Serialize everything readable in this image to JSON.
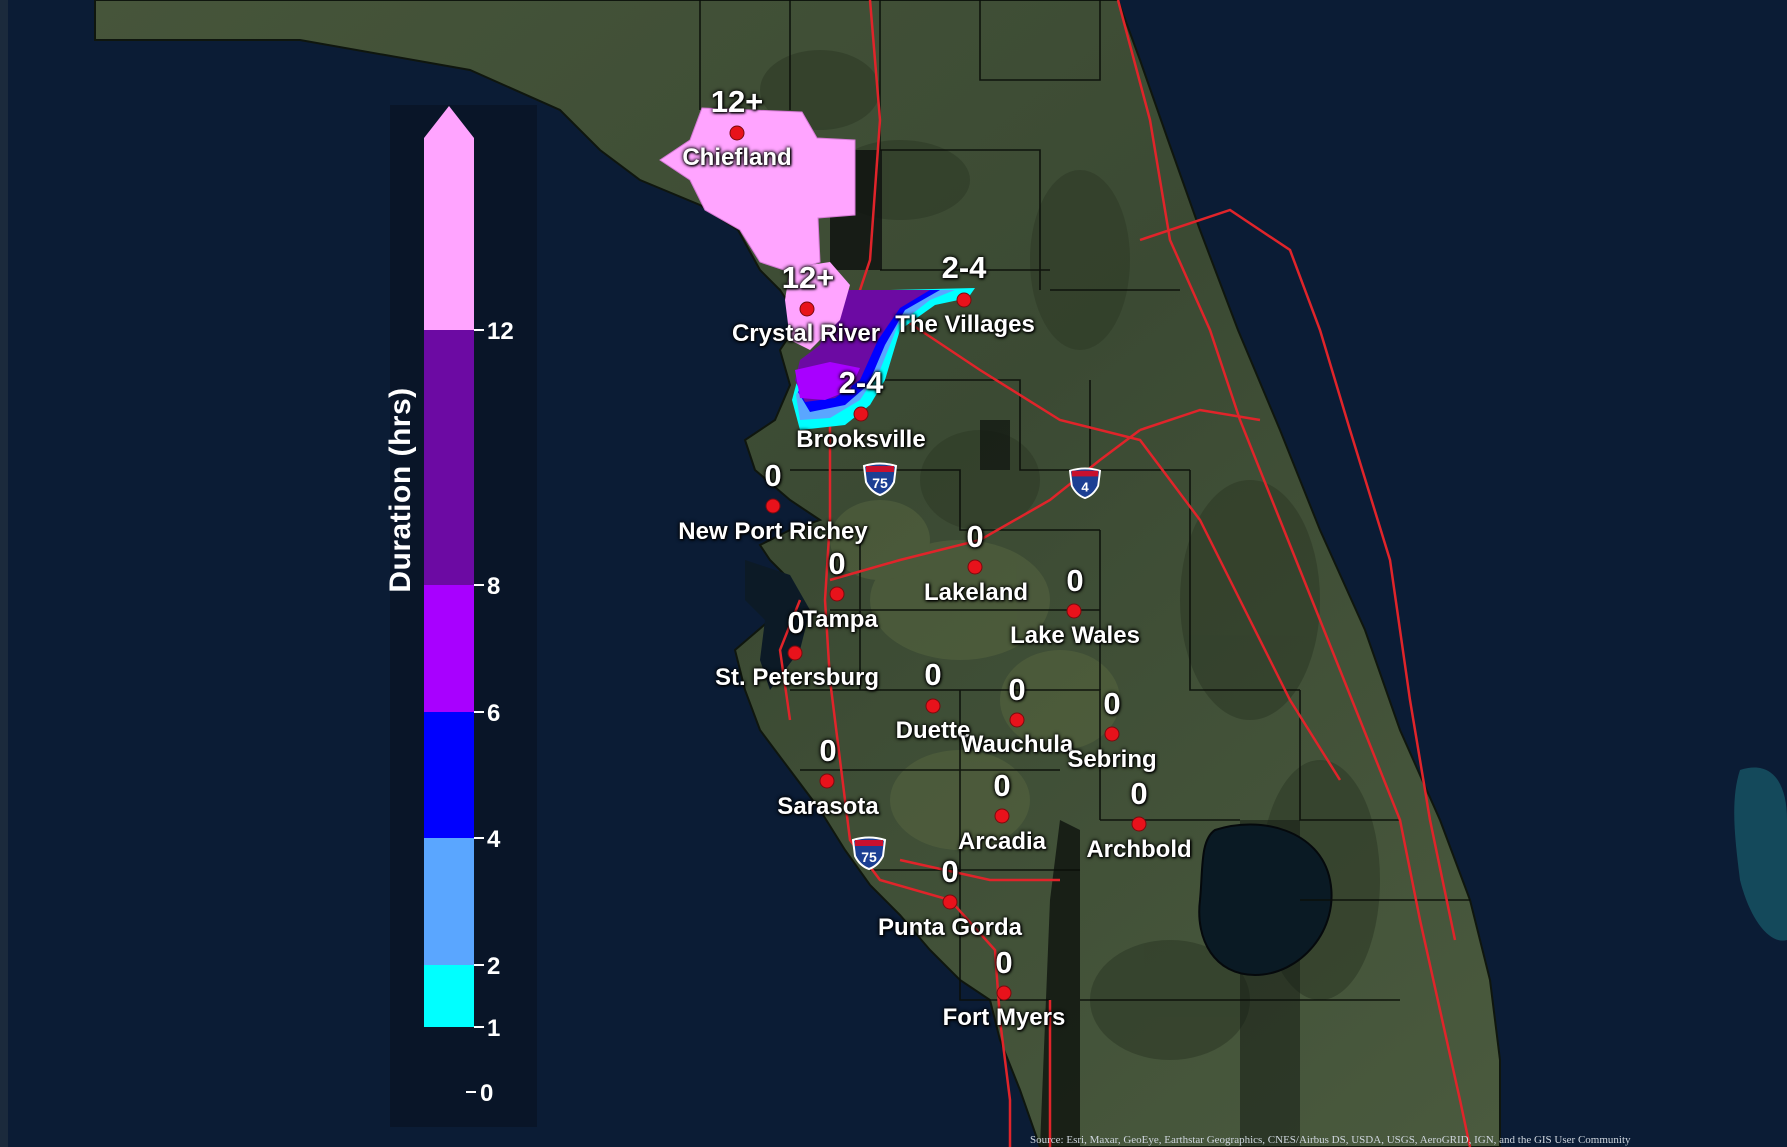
{
  "legend": {
    "title": "Duration (hrs)",
    "ticks": [
      "12",
      "8",
      "6",
      "4",
      "2",
      "1",
      "0"
    ],
    "bands": [
      {
        "from": "12",
        "to": "12+",
        "color": "#ffa4ff"
      },
      {
        "from": "8",
        "to": "12",
        "color": "#6c0aa3"
      },
      {
        "from": "6",
        "to": "8",
        "color": "#a800ff"
      },
      {
        "from": "4",
        "to": "6",
        "color": "#0000ff"
      },
      {
        "from": "2",
        "to": "4",
        "color": "#5aa6ff"
      },
      {
        "from": "1",
        "to": "2",
        "color": "#00ffff"
      }
    ]
  },
  "cities": [
    {
      "name": "Chiefland",
      "value": "12+"
    },
    {
      "name": "Crystal River",
      "value": "12+"
    },
    {
      "name": "The Villages",
      "value": "2-4"
    },
    {
      "name": "Brooksville",
      "value": "2-4"
    },
    {
      "name": "New Port Richey",
      "value": "0"
    },
    {
      "name": "Lakeland",
      "value": "0"
    },
    {
      "name": "Tampa",
      "value": "0"
    },
    {
      "name": "Lake Wales",
      "value": "0"
    },
    {
      "name": "St. Petersburg",
      "value": "0"
    },
    {
      "name": "Duette",
      "value": "0"
    },
    {
      "name": "Wauchula",
      "value": "0"
    },
    {
      "name": "Sebring",
      "value": "0"
    },
    {
      "name": "Sarasota",
      "value": "0"
    },
    {
      "name": "Arcadia",
      "value": "0"
    },
    {
      "name": "Archbold",
      "value": "0"
    },
    {
      "name": "Punta Gorda",
      "value": "0"
    },
    {
      "name": "Fort Myers",
      "value": "0"
    }
  ],
  "highways": [
    "75",
    "4",
    "75"
  ],
  "source": "Source: Esri, Maxar, GeoEye, Earthstar Geographics, CNES/Airbus DS, USDA, USGS, AeroGRID, IGN, and the GIS User Community",
  "colors": {
    "water": "#0b1b33",
    "land": "#3c4a32",
    "city_dot": "#e8121b",
    "roads": "#e0242a"
  }
}
